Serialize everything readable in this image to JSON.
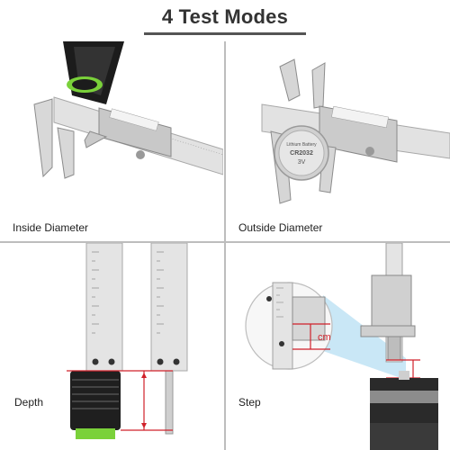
{
  "header": {
    "title": "4 Test Modes"
  },
  "panels": [
    {
      "caption": "Inside Diameter"
    },
    {
      "caption": "Outside Diameter"
    },
    {
      "caption": "Depth"
    },
    {
      "caption": "Step"
    }
  ],
  "step_annotation": {
    "unit_label": "cm"
  },
  "battery_label": {
    "brand": "Lithium Battery",
    "model": "CR2032",
    "voltage": "3V"
  },
  "colors": {
    "accent_red": "#d0202a",
    "steel": "#d9d9d9",
    "steel_dark": "#9a9a9a",
    "flashlight_green": "#7ad13a",
    "scan_blue": "#7fc6ea"
  }
}
